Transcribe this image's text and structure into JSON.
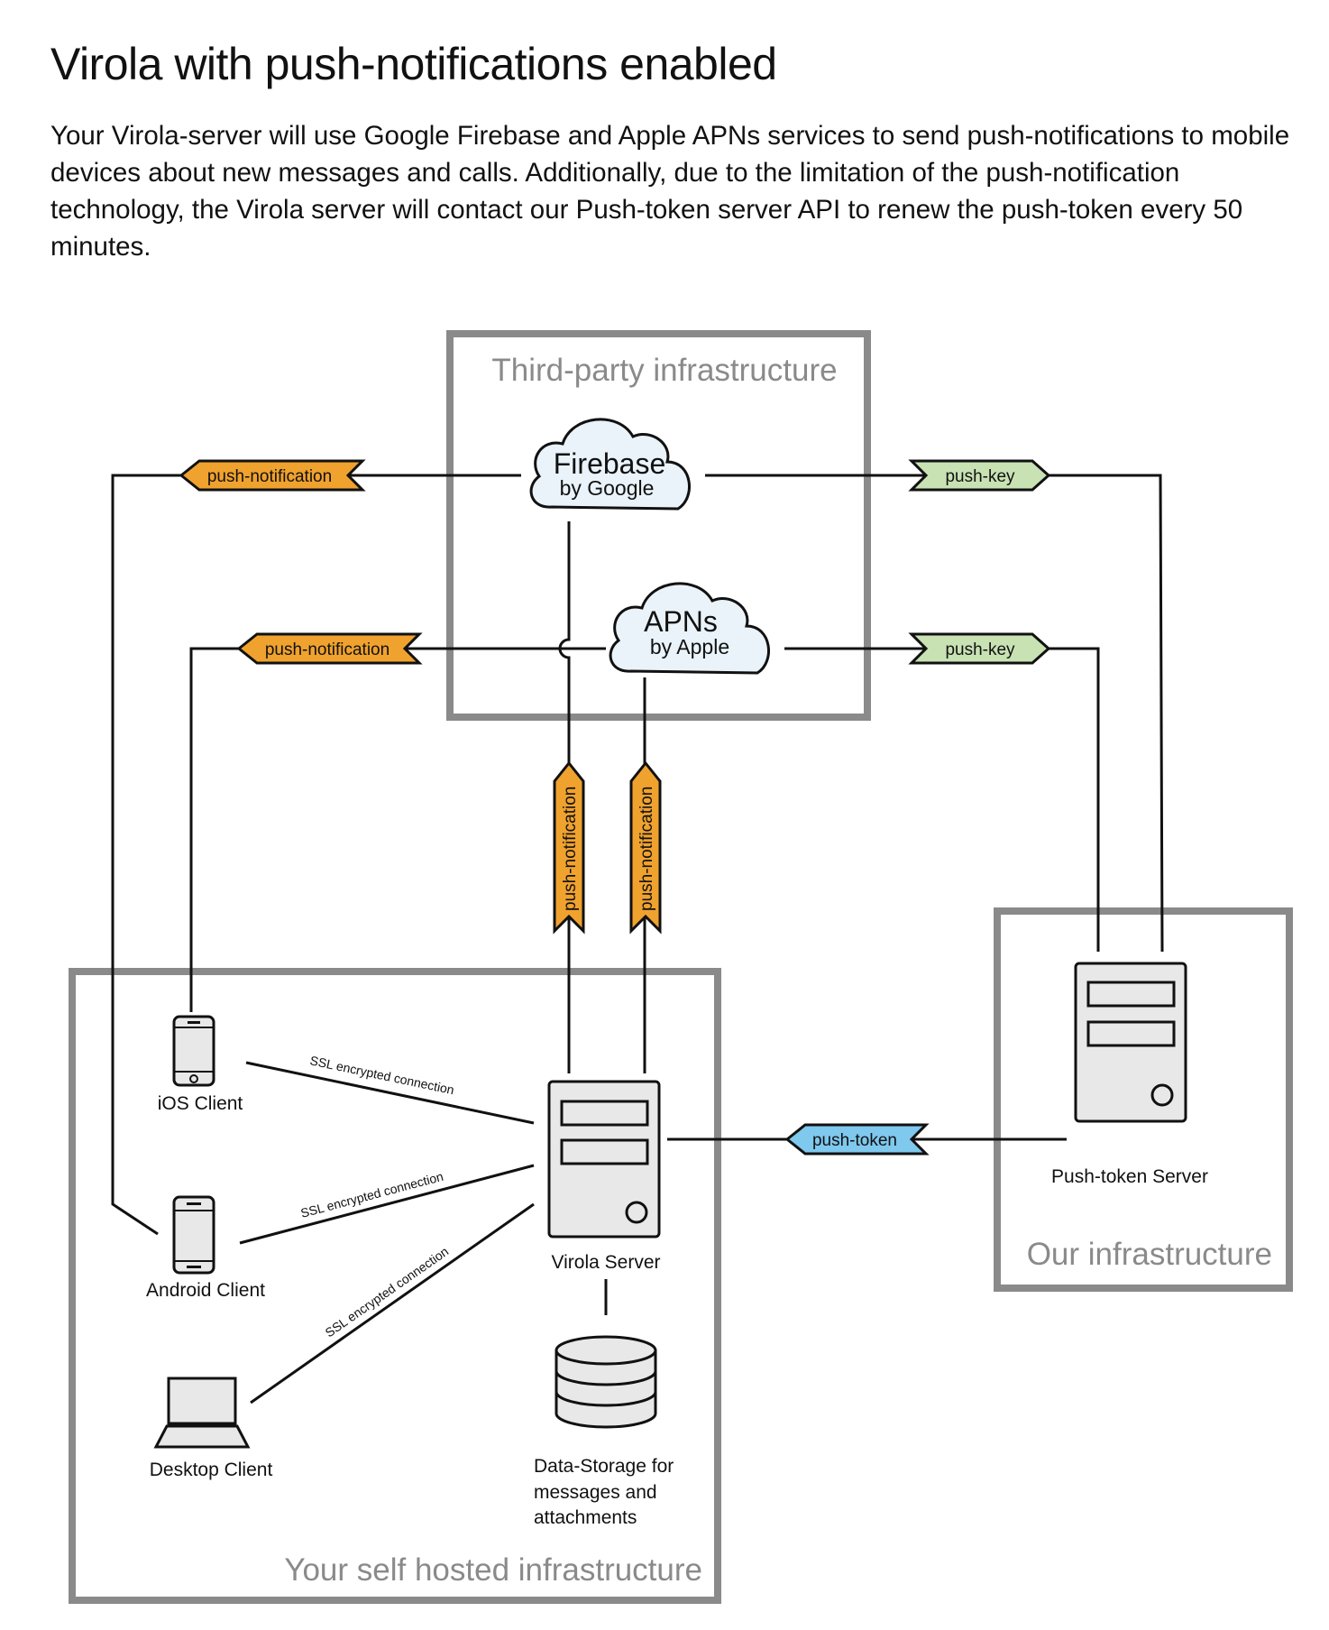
{
  "title": "Virola with push-notifications enabled",
  "description": "Your Virola-server will use Google Firebase and Apple APNs services to send push-notifications to mobile devices about new messages and calls. Additionally, due to the limitation of the push-notification technology, the Virola server will contact our Push-token server API to renew the push-token every 50 minutes.",
  "zones": {
    "third_party": "Third-party infrastructure",
    "self_hosted": "Your self hosted infrastructure",
    "ours": "Our infrastructure"
  },
  "clouds": {
    "firebase": {
      "name": "Firebase",
      "by": "by Google"
    },
    "apns": {
      "name": "APNs",
      "by": "by Apple"
    }
  },
  "nodes": {
    "ios_client": "iOS Client",
    "android_client": "Android Client",
    "desktop_client": "Desktop Client",
    "virola_server": "Virola Server",
    "push_token_server": "Push-token Server",
    "storage_line1": "Data-Storage for",
    "storage_line2": "messages and",
    "storage_line3": "attachments"
  },
  "tags": {
    "push_notification": "push-notification",
    "push_key": "push-key",
    "push_token": "push-token"
  },
  "connections": {
    "ssl": "SSL encrypted connection"
  },
  "colors": {
    "push_notification": "#f0a22e",
    "push_key": "#c8e2b4",
    "push_token": "#7fc8ee",
    "zone_border": "#8a8a8a",
    "cloud_fill": "#eaf3fa",
    "device_fill": "#e8e8e8"
  },
  "icons": [
    "cloud-icon",
    "smartphone-icon",
    "laptop-icon",
    "server-icon",
    "database-icon"
  ]
}
